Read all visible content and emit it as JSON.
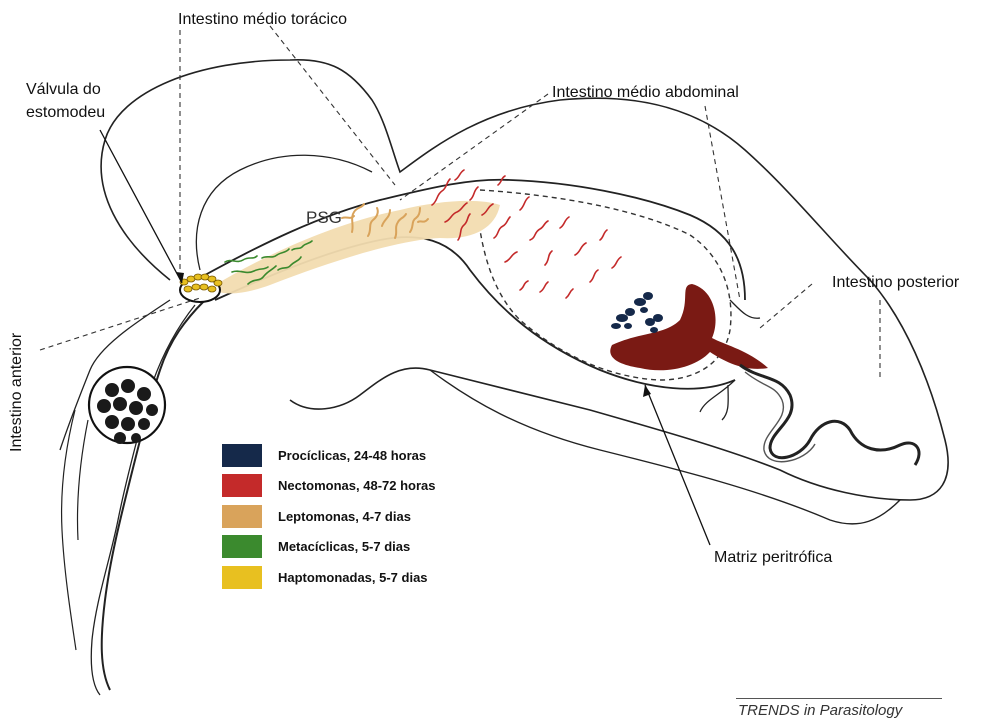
{
  "labels": {
    "thoracic_midgut": "Intestino médio torácico",
    "stomodeal_valve_line1": "Válvula do",
    "stomodeal_valve_line2": "estomodeu",
    "abdominal_midgut": "Intestino médio abdominal",
    "hindgut": "Intestino posterior",
    "foregut": "Intestino anterior",
    "peritrophic_matrix": "Matriz peritrófica",
    "psg": "PSG"
  },
  "legend": [
    {
      "label": "Procíclicas, 24-48 horas",
      "color": "#15294a"
    },
    {
      "label": "Nectomonas, 48-72 horas",
      "color": "#c42a2a"
    },
    {
      "label": "Leptomonas, 4-7 dias",
      "color": "#d9a35b"
    },
    {
      "label": "Metacíclicas, 5-7 dias",
      "color": "#3b8a2e"
    },
    {
      "label": "Haptomonadas, 5-7 dias",
      "color": "#e8c020"
    }
  ],
  "credit": "TRENDS in Parasitology",
  "colors": {
    "outline": "#222222",
    "psg_fill": "#f2dcb0",
    "blood_meal": "#7a1a14",
    "procyclic": "#15294a",
    "nectomonad": "#c42a2a",
    "leptomonad": "#d9a35b",
    "metacyclic": "#3b8a2e",
    "haptomonad": "#e8c020"
  }
}
